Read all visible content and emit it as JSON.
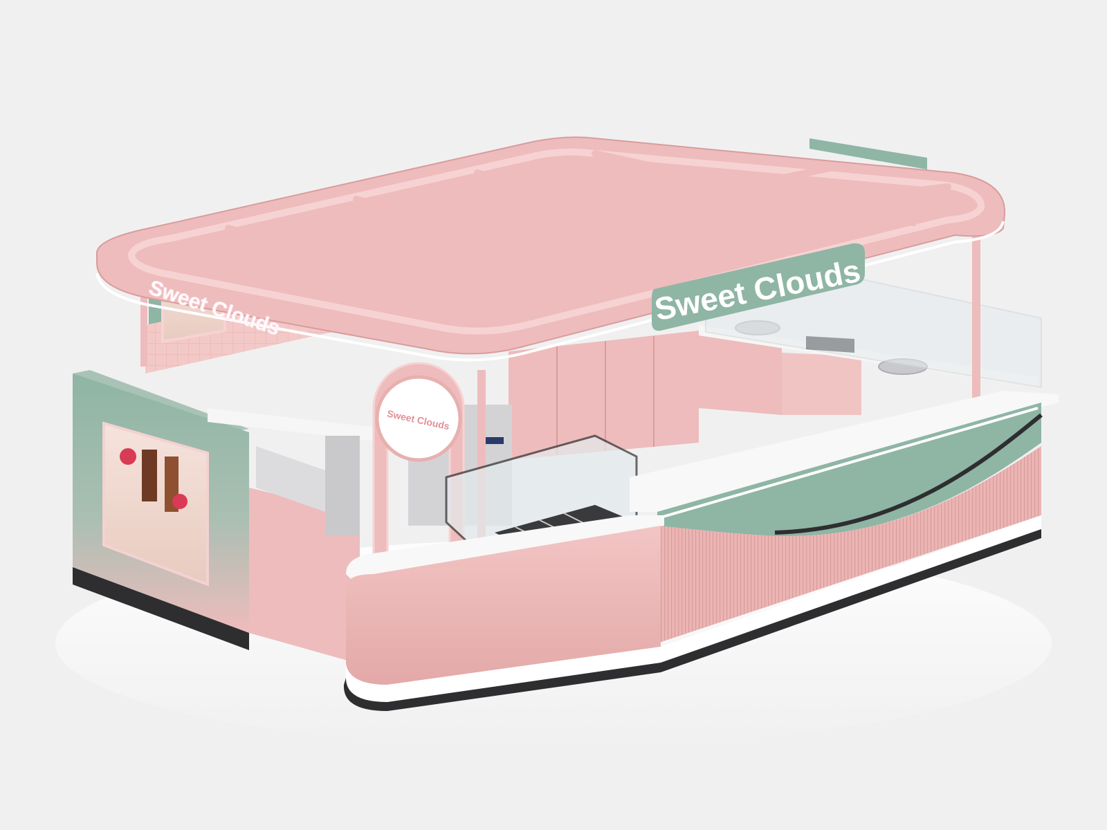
{
  "signage": {
    "main_sign": "Sweet Clouds",
    "left_sign": "Sweet Clouds",
    "arch_sign": "Sweet Clouds"
  },
  "palette": {
    "pink": "#eebcbc",
    "pink_dark": "#d99c9c",
    "pink_light": "#f6d3d2",
    "mint": "#8fb5a5",
    "white_top": "#f8f8f8",
    "steel": "#c9c9cc",
    "sign_text": "#ffffff"
  }
}
